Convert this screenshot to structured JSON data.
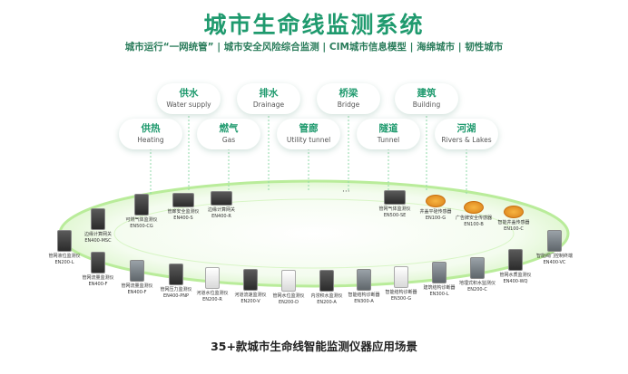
{
  "title": "城市生命线监测系统",
  "subtitle": "城市运行“一网统管” | 城市安全风险综合监测 | CIM城市信息模型 | 海绵城市 | 韧性城市",
  "tags": [
    {
      "cn": "供水",
      "en": "Water supply"
    },
    {
      "cn": "排水",
      "en": "Drainage"
    },
    {
      "cn": "桥梁",
      "en": "Bridge"
    },
    {
      "cn": "建筑",
      "en": "Building"
    },
    {
      "cn": "供热",
      "en": "Heating"
    },
    {
      "cn": "燃气",
      "en": "Gas"
    },
    {
      "cn": "管廊",
      "en": "Utility tunnel"
    },
    {
      "cn": "隧道",
      "en": "Tunnel"
    },
    {
      "cn": "河湖",
      "en": "Rivers & Lakes"
    }
  ],
  "more": "···",
  "devices": [
    {
      "name": "可燃气体监测仪",
      "model": "EN500-CG",
      "icon": "black-box"
    },
    {
      "name": "管廊安全监测仪",
      "model": "EN400-S",
      "icon": "wide-box"
    },
    {
      "name": "边缘计算网关",
      "model": "EN400-R",
      "icon": "router"
    },
    {
      "name": "边缘计算网关",
      "model": "EN400-MSC",
      "icon": "black-box"
    },
    {
      "name": "管网液位监测仪",
      "model": "EN200-L",
      "icon": "black-box"
    },
    {
      "name": "管网流量监测仪",
      "model": "EN400-F",
      "icon": "black-box"
    },
    {
      "name": "管网流量监测仪",
      "model": "EN400-F",
      "icon": "grey-box"
    },
    {
      "name": "管网压力监测仪",
      "model": "EN400-PNP",
      "icon": "black-box"
    },
    {
      "name": "河道水位监测仪",
      "model": "EN200-R",
      "icon": "white-box"
    },
    {
      "name": "河道流速监测仪",
      "model": "EN200-V",
      "icon": "black-box"
    },
    {
      "name": "管网水位监测仪",
      "model": "EN200-D",
      "icon": "white-box"
    },
    {
      "name": "内涝积水监测仪",
      "model": "EN200-A",
      "icon": "black-box"
    },
    {
      "name": "智能结构诊断器",
      "model": "EN300-A",
      "icon": "grey-box"
    },
    {
      "name": "智能结构诊断器",
      "model": "EN300-G",
      "icon": "white-box"
    },
    {
      "name": "建筑结构诊断器",
      "model": "EN300-L",
      "icon": "grey-box"
    },
    {
      "name": "地埋式积水监测仪",
      "model": "EN200-C",
      "icon": "grey-box"
    },
    {
      "name": "管网水质监测仪",
      "model": "EN400-WQ",
      "icon": "black-box"
    },
    {
      "name": "智能阀门控制终端",
      "model": "EN400-VC",
      "icon": "grey-box"
    },
    {
      "name": "管网气体监测仪",
      "model": "EN500-SE",
      "icon": "wide-box"
    },
    {
      "name": "井盖平硅传感器",
      "model": "EN100-G",
      "icon": "orange"
    },
    {
      "name": "广告牌安全传感器",
      "model": "EN100-B",
      "icon": "orange"
    },
    {
      "name": "智能井盖传感器",
      "model": "EN100-C",
      "icon": "orange"
    }
  ],
  "footer": "35+款城市生命线智能监测仪器应用场景",
  "colors": {
    "accent": "#1f9a6e",
    "ring": "#b9ec9a",
    "ring_glow": "#eefbe6"
  }
}
